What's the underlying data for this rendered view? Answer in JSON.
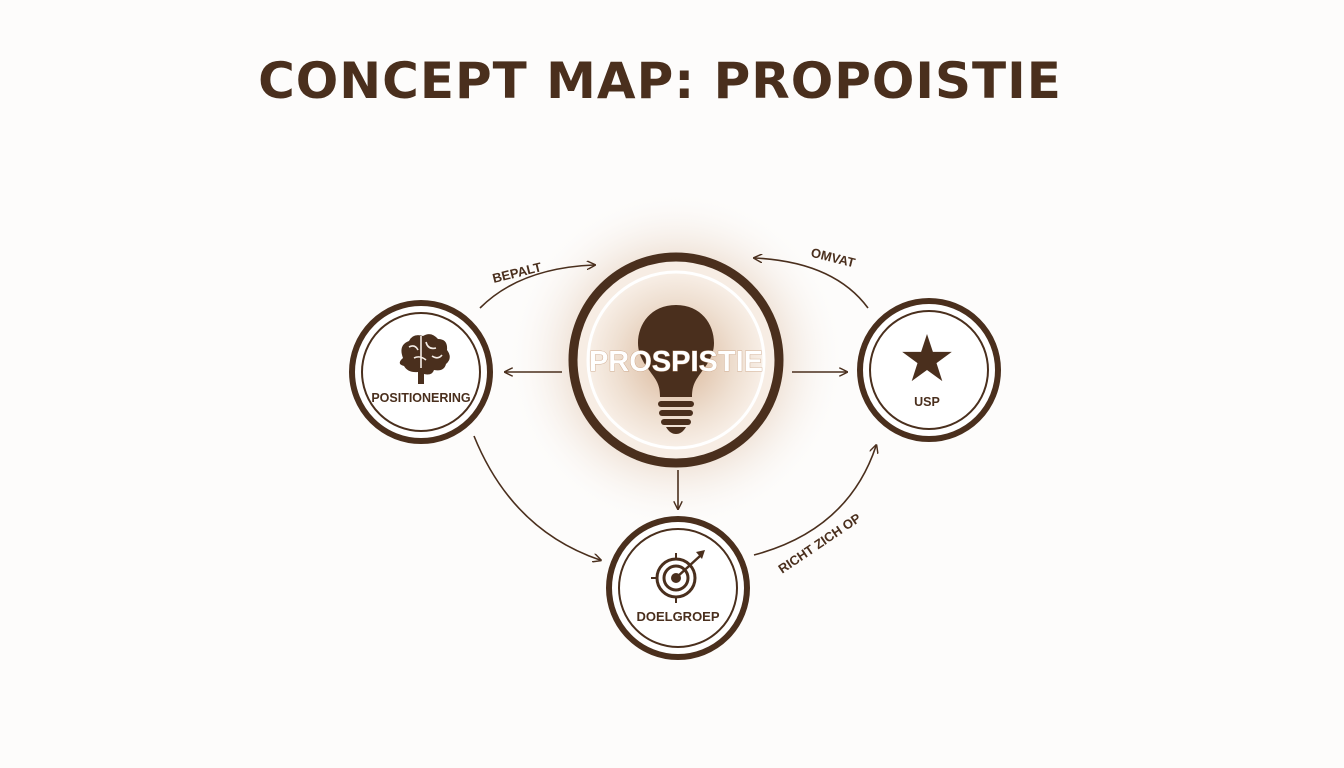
{
  "title": "CONCEPT MAP: PROPOISTIE",
  "colors": {
    "primary": "#4a2f1d",
    "background": "#fdfcfb",
    "glow": "#c89a72"
  },
  "nodes": {
    "center": {
      "label": "PROSPISTIE",
      "icon": "lightbulb-icon"
    },
    "positioning": {
      "label": "POSITIONERING",
      "icon": "brain-icon"
    },
    "usp": {
      "label": "USP",
      "icon": "star-icon"
    },
    "audience": {
      "label": "DOELGROEP",
      "icon": "target-icon"
    }
  },
  "edges": {
    "bepalt": "BEPALT",
    "omvat": "OMVAT",
    "richt": "RICHT ZICH OP"
  }
}
